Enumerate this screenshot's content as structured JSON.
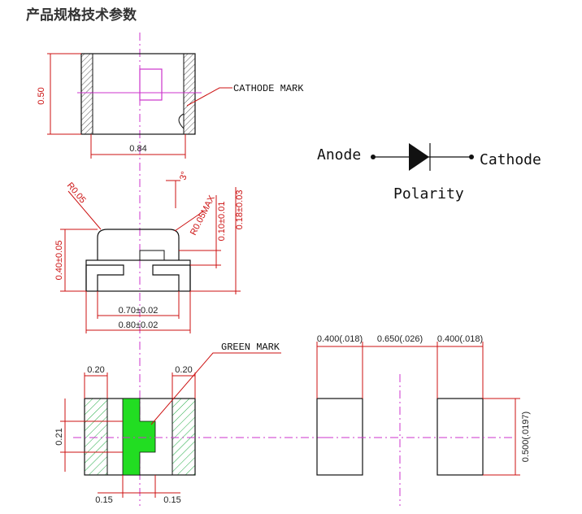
{
  "heading": "产品规格技术参数",
  "top_view": {
    "dim_height": "0.50",
    "dim_width": "0.84",
    "cathode_mark": "CATHODE MARK"
  },
  "polarity": {
    "anode": "Anode",
    "cathode": "Cathode",
    "caption": "Polarity"
  },
  "side_view": {
    "radius_left": "R0.05",
    "radius_right": "R0.05MAX",
    "angle": "3°",
    "height_total": "0.40±0.05",
    "lens_height": "0.10±0.01",
    "pad_height": "0.18±0.03",
    "inner_width": "0.70±0.02",
    "outer_width": "0.80±0.02"
  },
  "bottom_view": {
    "green_mark": "GREEN MARK",
    "pad_left": "0.20",
    "pad_right": "0.20",
    "mark_height": "0.21",
    "mark_left": "0.15",
    "mark_right": "0.15",
    "green_color": "#22dd22"
  },
  "footprint": {
    "pad1": "0.400(.018)",
    "gap": "0.650(.026)",
    "pad2": "0.400(.018)",
    "pad_height": "0.500(.0197)"
  },
  "colors": {
    "dimension": "#cc1111",
    "centerline": "#cc33cc",
    "outline": "#111111",
    "green_mark": "#22dd22"
  }
}
